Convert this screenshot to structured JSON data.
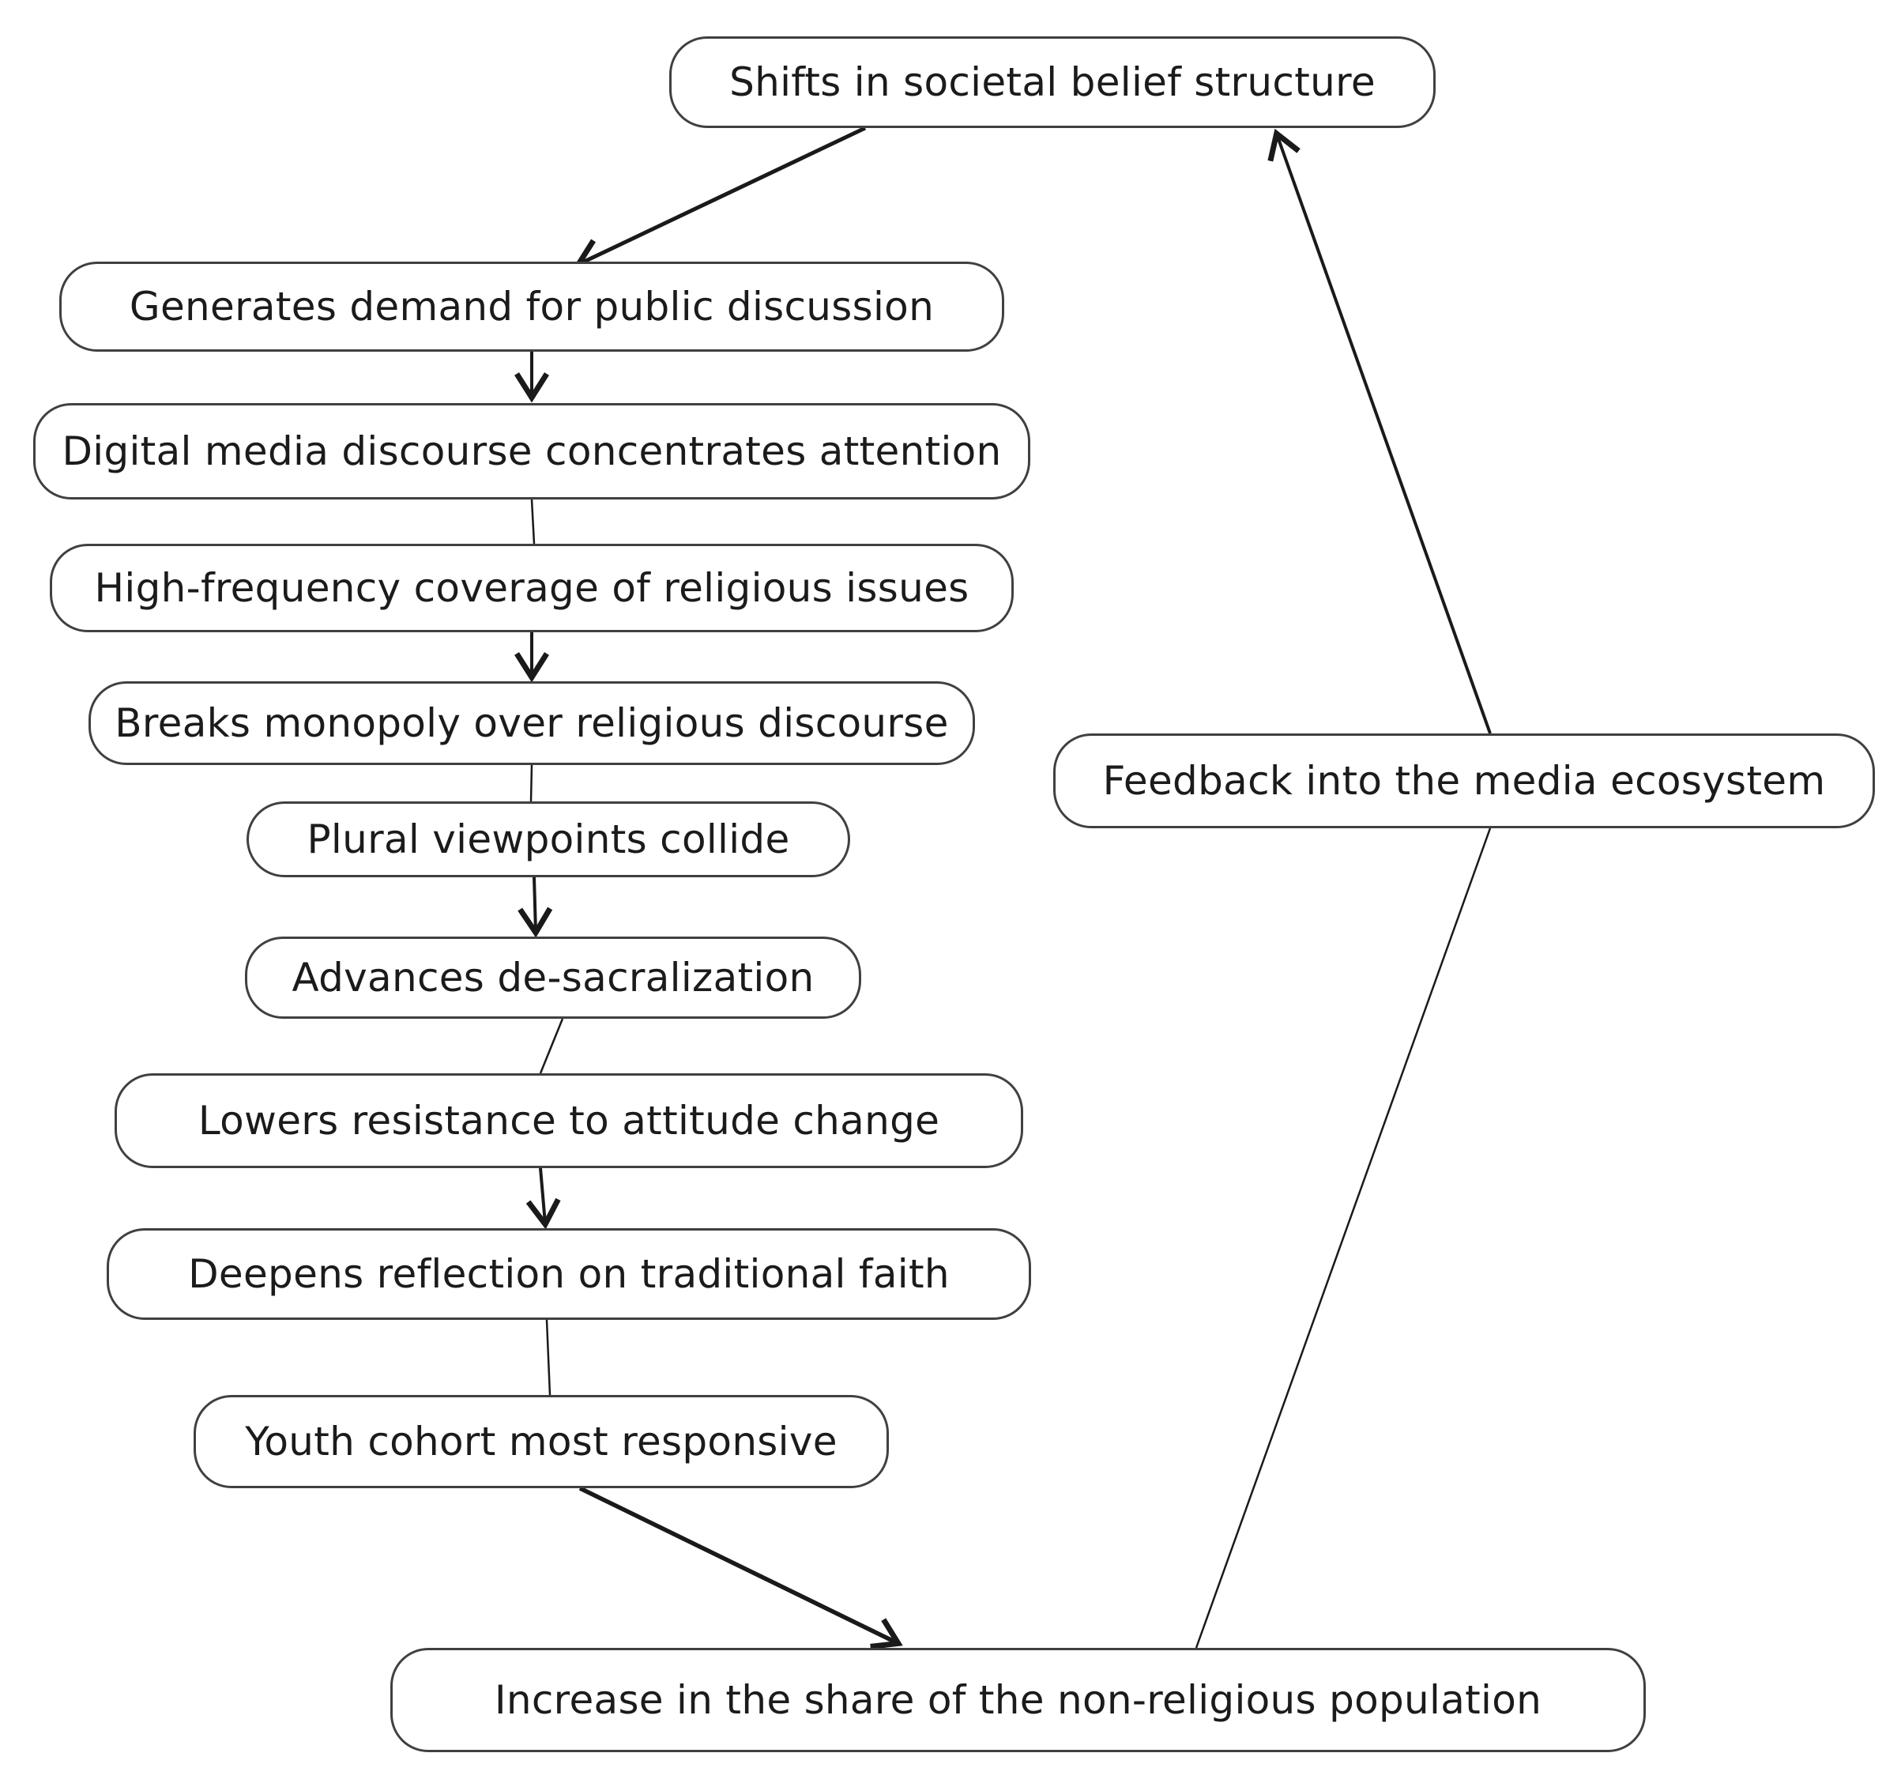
{
  "diagram": {
    "type": "flowchart",
    "background_color": "#ffffff",
    "node_fill_color": "#ffffff",
    "node_border_color": "#404040",
    "text_color": "#1b1b1b",
    "edge_color": "#1a1a1a",
    "nodes": [
      {
        "id": "shifts",
        "label": "Shifts in societal belief structure"
      },
      {
        "id": "generates",
        "label": "Generates demand for public discussion"
      },
      {
        "id": "digital",
        "label": "Digital media discourse concentrates attention"
      },
      {
        "id": "highfreq",
        "label": "High-frequency coverage of religious issues"
      },
      {
        "id": "breaks",
        "label": "Breaks monopoly over religious discourse"
      },
      {
        "id": "plural",
        "label": "Plural viewpoints collide"
      },
      {
        "id": "advances",
        "label": "Advances de-sacralization"
      },
      {
        "id": "lowers",
        "label": "Lowers resistance to attitude change"
      },
      {
        "id": "deepens",
        "label": "Deepens reflection on traditional faith"
      },
      {
        "id": "youth",
        "label": "Youth cohort most responsive"
      },
      {
        "id": "increase",
        "label": "Increase in the share of the non-religious population"
      },
      {
        "id": "feedback",
        "label": "Feedback into the media ecosystem"
      }
    ],
    "edges": [
      {
        "from": "shifts",
        "to": "generates",
        "arrowhead": true
      },
      {
        "from": "generates",
        "to": "digital",
        "arrowhead": true
      },
      {
        "from": "digital",
        "to": "highfreq",
        "arrowhead": false
      },
      {
        "from": "highfreq",
        "to": "breaks",
        "arrowhead": true
      },
      {
        "from": "breaks",
        "to": "plural",
        "arrowhead": false
      },
      {
        "from": "plural",
        "to": "advances",
        "arrowhead": true
      },
      {
        "from": "advances",
        "to": "lowers",
        "arrowhead": false
      },
      {
        "from": "lowers",
        "to": "deepens",
        "arrowhead": true
      },
      {
        "from": "deepens",
        "to": "youth",
        "arrowhead": false
      },
      {
        "from": "youth",
        "to": "increase",
        "arrowhead": true
      },
      {
        "from": "increase",
        "to": "feedback",
        "arrowhead": false
      },
      {
        "from": "feedback",
        "to": "shifts",
        "arrowhead": true
      }
    ]
  }
}
